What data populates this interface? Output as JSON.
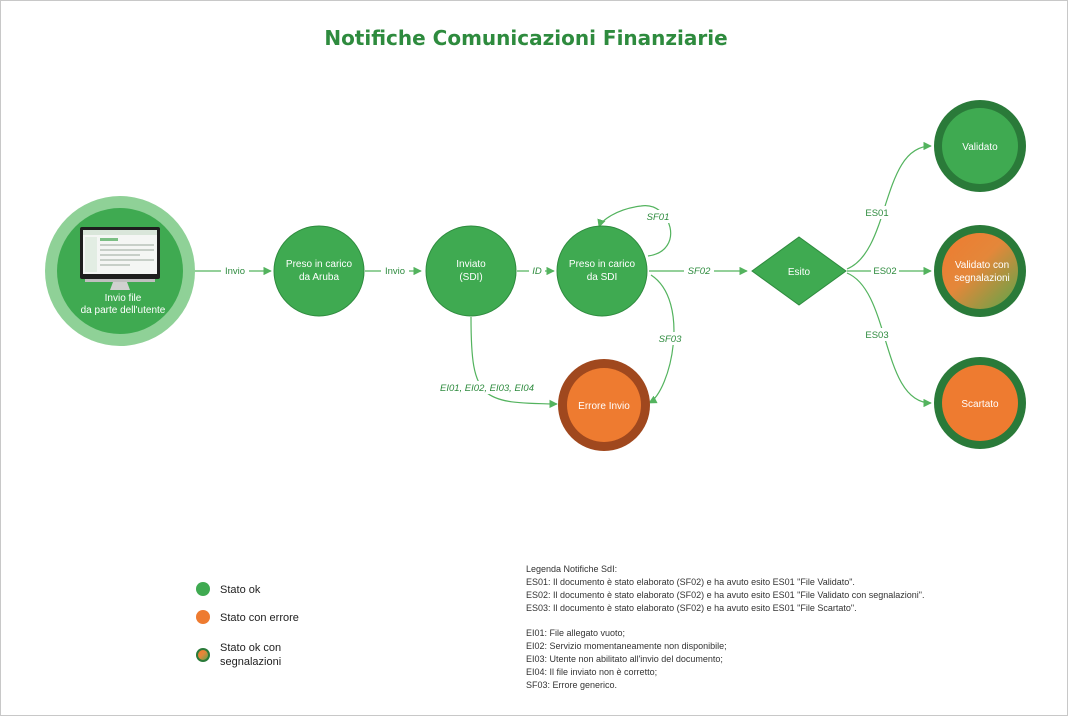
{
  "title": "Notifiche Comunicazioni Finanziarie",
  "colors": {
    "green": "#3faa51",
    "green_dark": "#2a7a39",
    "green_light": "#7fcb87",
    "orange": "#ee7b30",
    "orange_ring": "#a0481e",
    "edge": "#53b35e",
    "text_green": "#2e8b3e"
  },
  "nodes": {
    "user": {
      "label_line1": "Invio file",
      "label_line2": "da parte dell'utente",
      "icon": "computer-monitor-icon"
    },
    "aruba": {
      "label_line1": "Preso in carico",
      "label_line2": "da Aruba"
    },
    "inviato": {
      "label_line1": "Inviato",
      "label_line2": "(SDI)"
    },
    "sdi": {
      "label_line1": "Preso in carico",
      "label_line2": "da SDI"
    },
    "esito": {
      "label": "Esito"
    },
    "errore": {
      "label": "Errore Invio"
    },
    "validato": {
      "label": "Validato"
    },
    "validato_segn": {
      "label_line1": "Validato con",
      "label_line2": "segnalazioni"
    },
    "scartato": {
      "label": "Scartato"
    }
  },
  "edges": {
    "invio1": "Invio",
    "invio2": "Invio",
    "id": "ID",
    "sf01": "SF01",
    "sf02": "SF02",
    "sf03": "SF03",
    "ei": "EI01, EI02, EI03, EI04",
    "es01": "ES01",
    "es02": "ES02",
    "es03": "ES03"
  },
  "legend": {
    "ok": "Stato ok",
    "errore": "Stato con errore",
    "segn_line1": "Stato ok con",
    "segn_line2": "segnalazioni"
  },
  "notes": {
    "heading": "Legenda Notifiche SdI:",
    "es01": "ES01: Il documento è stato elaborato (SF02) e ha avuto esito ES01 \"File Validato\".",
    "es02": "ES02: Il documento è stato elaborato (SF02) e ha avuto esito ES01 \"File Validato con segnalazioni\".",
    "es03": "ES03: Il documento è stato elaborato (SF02) e ha avuto esito ES01 \"File Scartato\".",
    "ei01": "EI01: File allegato vuoto;",
    "ei02": "EI02: Servizio momentaneamente non disponibile;",
    "ei03": "EI03: Utente non abilitato all'invio del documento;",
    "ei04": "EI04: Il file inviato non è corretto;",
    "sf03": "SF03: Errore generico."
  }
}
